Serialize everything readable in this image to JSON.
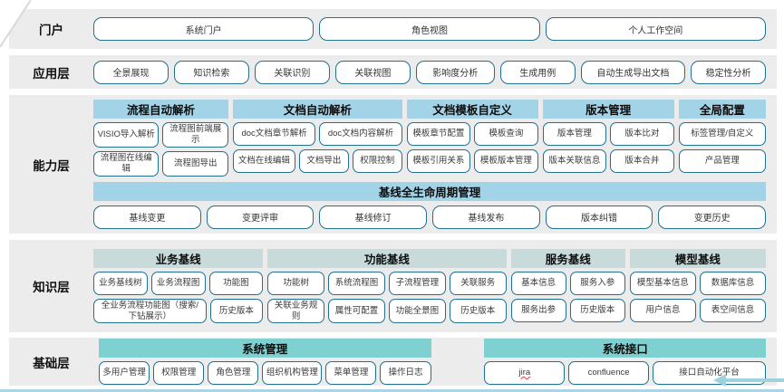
{
  "portal": {
    "label": "门户",
    "items": [
      "系统门户",
      "角色视图",
      "个人工作空间"
    ]
  },
  "application": {
    "label": "应用层",
    "items": [
      "全景展现",
      "知识检索",
      "关联识别",
      "关联视图",
      "影响度分析",
      "生成用例",
      "自动生成导出文档",
      "稳定性分析"
    ]
  },
  "capability": {
    "label": "能力层",
    "groups": [
      {
        "title": "流程自动解析",
        "rows": [
          [
            "VISIO导入解析",
            "流程图前端展示"
          ],
          [
            "流程图在线编辑",
            "流程图导出"
          ]
        ]
      },
      {
        "title": "文档自动解析",
        "rows": [
          [
            "doc文档章节解析",
            "doc文档内容解析"
          ],
          [
            "文档在线编辑",
            "文档导出",
            "权限控制"
          ]
        ]
      },
      {
        "title": "文档模板自定义",
        "rows": [
          [
            "模板章节配置",
            "模板查询"
          ],
          [
            "模板引用关系",
            "模板版本管理"
          ]
        ]
      },
      {
        "title": "版本管理",
        "rows": [
          [
            "版本管理",
            "版本比对"
          ],
          [
            "版本关联信息",
            "版本合并"
          ]
        ]
      },
      {
        "title": "全局配置",
        "rows": [
          [
            "标签管理/自定义"
          ],
          [
            "产品管理"
          ]
        ]
      }
    ],
    "baseline": {
      "title": "基线全生命周期管理",
      "items": [
        "基线变更",
        "变更评审",
        "基线修订",
        "基线发布",
        "版本纠错",
        "变更历史"
      ]
    }
  },
  "knowledge": {
    "label": "知识层",
    "groups": [
      {
        "title": "业务基线",
        "rows": [
          [
            "业务基线树",
            "业务流程图",
            "功能图"
          ],
          [
            "全业务流程功能图（搜索/下钻展示）",
            "历史版本"
          ]
        ]
      },
      {
        "title": "功能基线",
        "rows": [
          [
            "功能树",
            "系统流程图",
            "子流程管理",
            "关联服务"
          ],
          [
            "关联业务规则",
            "属性可配置",
            "功能全景图",
            "历史版本"
          ]
        ]
      },
      {
        "title": "服务基线",
        "rows": [
          [
            "基本信息",
            "服务入参"
          ],
          [
            "服务出参",
            "历史版本"
          ]
        ]
      },
      {
        "title": "模型基线",
        "rows": [
          [
            "模型基本信息",
            "数据库信息"
          ],
          [
            "用户信息",
            "表空间信息"
          ]
        ]
      }
    ]
  },
  "foundation": {
    "label": "基础层",
    "groups": [
      {
        "title": "系统管理",
        "items": [
          "多用户管理",
          "权限管理",
          "角色管理",
          "组织机构管理",
          "菜单管理",
          "操作日志"
        ]
      },
      {
        "title": "系统接口",
        "items": [
          "jira",
          "confluence",
          "接口自动化平台"
        ]
      }
    ]
  },
  "colors": {
    "band_background": "#ececec",
    "capability_header": "#a3d3e6",
    "knowledge_header": "#c8dada",
    "foundation_header": "#7fd0d0",
    "chip_border": "#20708e",
    "bottom_line": "#a9d5e4"
  }
}
